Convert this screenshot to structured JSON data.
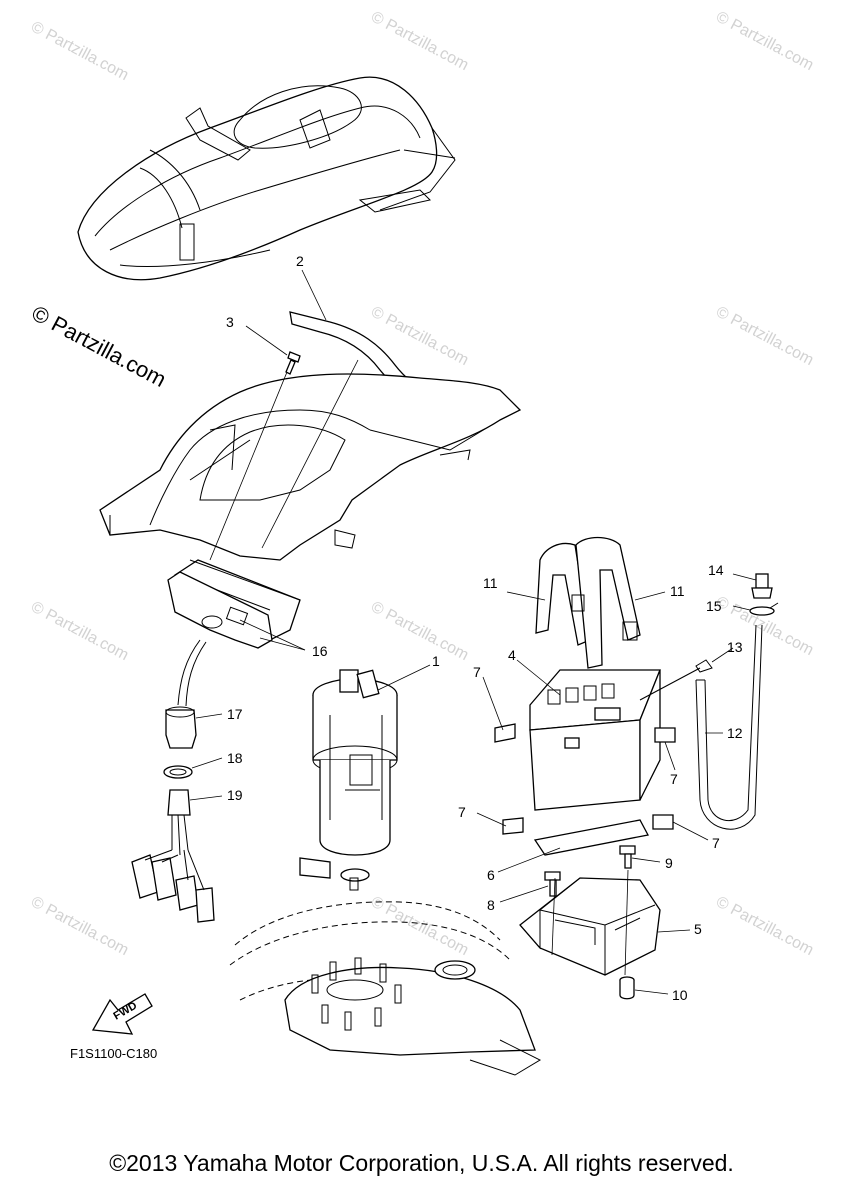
{
  "watermark": "© Partzilla.com",
  "callouts": [
    "1",
    "2",
    "3",
    "4",
    "5",
    "6",
    "7",
    "8",
    "9",
    "10",
    "11",
    "12",
    "13",
    "14",
    "15",
    "16",
    "17",
    "18",
    "19"
  ],
  "diagram_code": "F1S1100-C180",
  "fwd_label": "FWD",
  "copyright": "©2013 Yamaha Motor Corporation, U.S.A. All rights reserved."
}
